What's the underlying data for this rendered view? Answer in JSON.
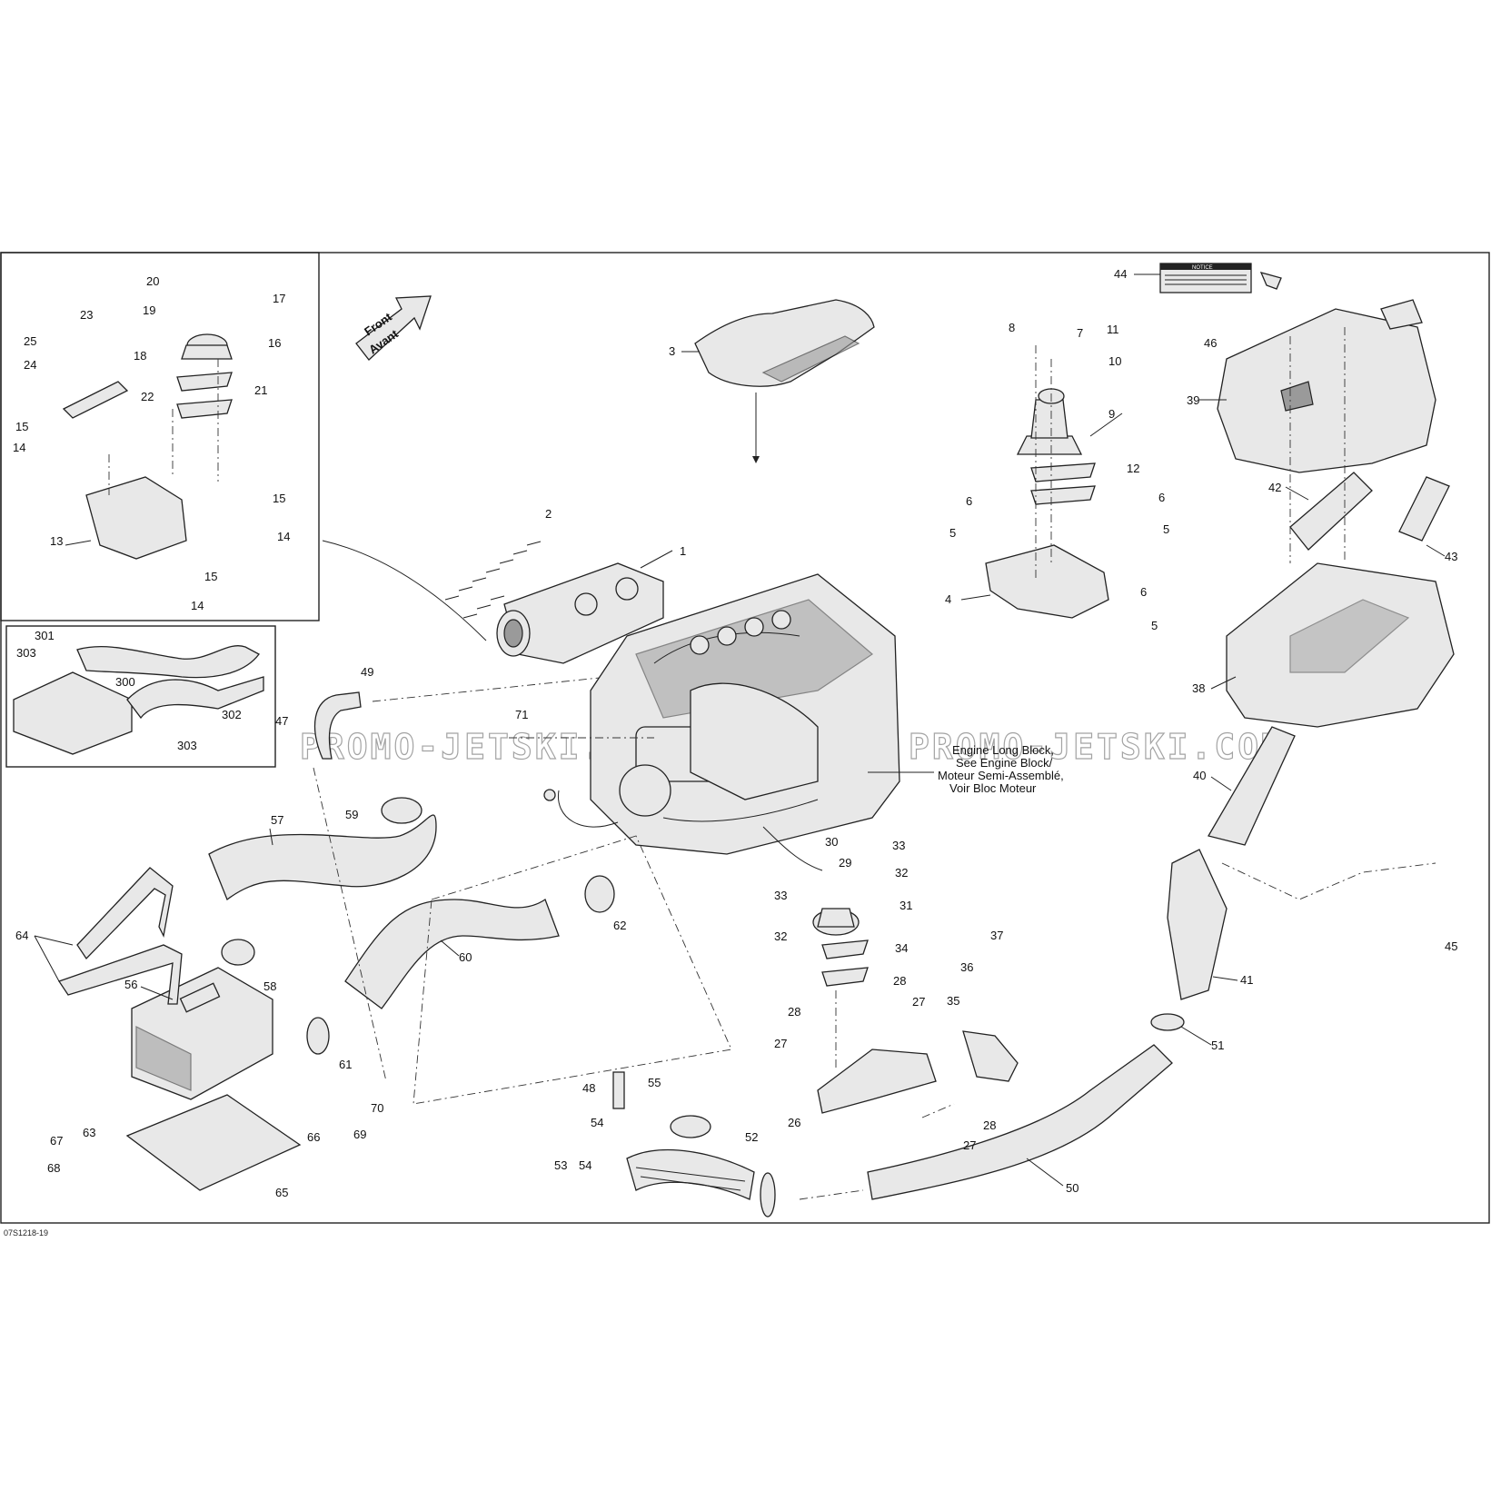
{
  "diagram_id": "07S1218-19",
  "front_arrow": {
    "line1": "Front",
    "line2": "Avant"
  },
  "engine_note": {
    "line1": "Engine Long Block,",
    "line2": "See Engine Block/",
    "line3": "Moteur Semi-Assemblé,",
    "line4": "Voir Bloc Moteur"
  },
  "watermark": "PROMO-JETSKI.COM",
  "warning_label_title": "NOTICE",
  "callouts": {
    "c1": "1",
    "c2": "2",
    "c3": "3",
    "c4": "4",
    "c5a": "5",
    "c5b": "5",
    "c5c": "5",
    "c6a": "6",
    "c6b": "6",
    "c6c": "6",
    "c7": "7",
    "c8": "8",
    "c9": "9",
    "c10": "10",
    "c11": "11",
    "c12": "12",
    "c13": "13",
    "c14a": "14",
    "c14b": "14",
    "c14c": "14",
    "c15a": "15",
    "c15b": "15",
    "c15c": "15",
    "c16": "16",
    "c17": "17",
    "c18": "18",
    "c19": "19",
    "c20": "20",
    "c21": "21",
    "c22": "22",
    "c23": "23",
    "c24": "24",
    "c25": "25",
    "c26": "26",
    "c27a": "27",
    "c27b": "27",
    "c27c": "27",
    "c28a": "28",
    "c28b": "28",
    "c28c": "28",
    "c29": "29",
    "c30": "30",
    "c31": "31",
    "c32a": "32",
    "c32b": "32",
    "c33a": "33",
    "c33b": "33",
    "c34": "34",
    "c35": "35",
    "c36": "36",
    "c37": "37",
    "c38": "38",
    "c39": "39",
    "c40": "40",
    "c41": "41",
    "c42": "42",
    "c43": "43",
    "c44": "44",
    "c45": "45",
    "c46": "46",
    "c47": "47",
    "c48": "48",
    "c49": "49",
    "c50": "50",
    "c51": "51",
    "c52": "52",
    "c53": "53",
    "c54a": "54",
    "c54b": "54",
    "c55": "55",
    "c56": "56",
    "c57": "57",
    "c58": "58",
    "c59": "59",
    "c60": "60",
    "c61": "61",
    "c62": "62",
    "c63": "63",
    "c64": "64",
    "c65": "65",
    "c66": "66",
    "c67": "67",
    "c68": "68",
    "c69": "69",
    "c70": "70",
    "c71": "71",
    "c300": "300",
    "c301": "301",
    "c302": "302",
    "c303a": "303",
    "c303b": "303"
  }
}
